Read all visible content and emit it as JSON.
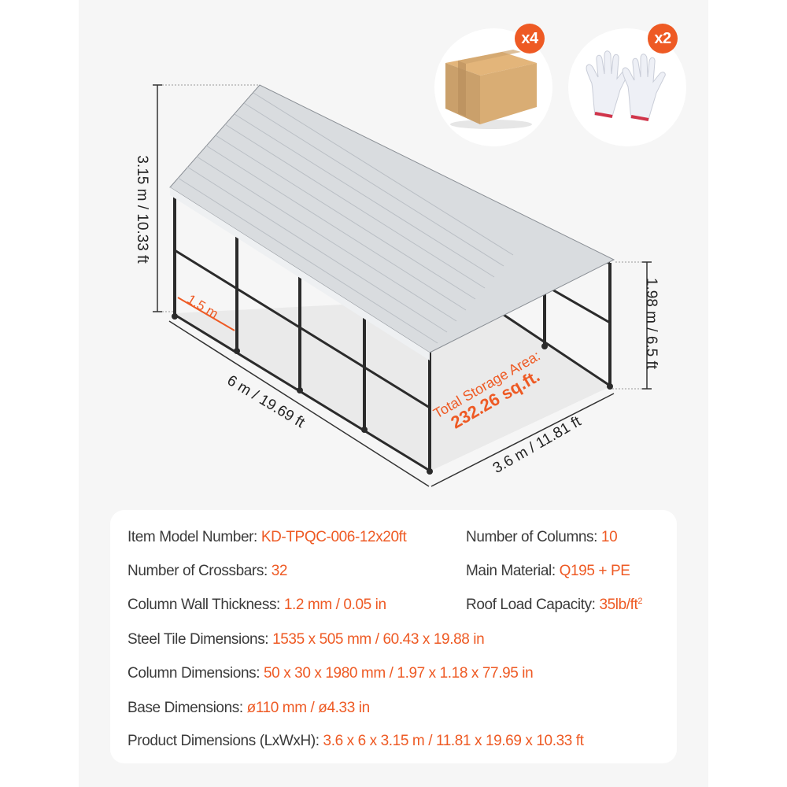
{
  "accessories": [
    {
      "name": "cardboard box",
      "quantity": "x4"
    },
    {
      "name": "work gloves",
      "quantity": "x2"
    }
  ],
  "diagram": {
    "total_height": "3.15 m / 10.33 ft",
    "side_height": "1.98 m / 6.5 ft",
    "length": "6 m / 19.69 ft",
    "width": "3.6 m / 11.81 ft",
    "column_spacing": "1.5 m",
    "storage_area_label": "Total Storage Area:",
    "storage_area_value": "232.26 sq.ft."
  },
  "specs": [
    {
      "label": "Item Model Number:",
      "value": "KD-TPQC-006-12x20ft"
    },
    {
      "label": "Number of Columns:",
      "value": "10"
    },
    {
      "label": "Number of Crossbars:",
      "value": "32"
    },
    {
      "label": "Main Material:",
      "value": "Q195 + PE"
    },
    {
      "label": "Column Wall Thickness:",
      "value": "1.2 mm / 0.05 in"
    },
    {
      "label": "Roof Load Capacity:",
      "value": "35lb/ft",
      "superscript": "2"
    },
    {
      "label": "Steel Tile Dimensions:",
      "value": "1535 x 505 mm / 60.43 x 19.88 in"
    },
    {
      "label": "Column Dimensions:",
      "value": "50 x 30 x 1980 mm / 1.97 x 1.18 x 77.95 in"
    },
    {
      "label": "Base Dimensions:",
      "value": "ø110 mm / ø4.33 in"
    },
    {
      "label": "Product Dimensions (LxWxH):",
      "value": "3.6 x 6 x 3.15 m / 11.81 x 19.69 x 10.33 ft"
    }
  ],
  "colors": {
    "accent": "#ee5a24",
    "text": "#3a3a3a",
    "panel_bg": "#f6f6f6",
    "frame": "#2b2b2b",
    "roof": "#d9dcdf"
  }
}
